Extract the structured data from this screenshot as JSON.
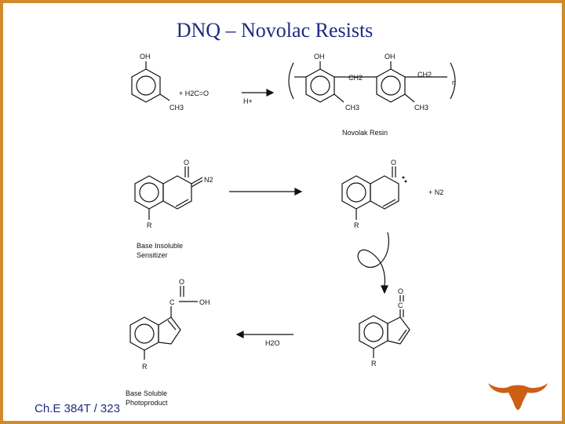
{
  "slide": {
    "title": "DNQ – Novolac Resists",
    "footer": "Ch.E 384T / 323"
  },
  "scheme": {
    "labels": {
      "oh1": "OH",
      "ch3_1": "CH3",
      "formaldehyde": "+ H2C=O",
      "catalyst": "H+",
      "oh_a": "OH",
      "oh_b": "OH",
      "ch2_a": "CH2",
      "ch2_b": "CH2",
      "ch3_a": "CH3",
      "ch3_b": "CH3",
      "n": "n",
      "novolak": "Novolak Resin",
      "o1": "O",
      "n2_1": "N2",
      "r1": "R",
      "insoluble": "Base Insoluble",
      "sensitizer": "Sensitizer",
      "o2": "O",
      "n2_2": "+ N2",
      "r2": "R",
      "o3": "O",
      "c3": "C",
      "r3": "R",
      "h2o": "H2O",
      "o4": "O",
      "c4": "C",
      "oh4": "OH",
      "r4": "R",
      "soluble": "Base Soluble",
      "photoproduct": "Photoproduct"
    }
  },
  "colors": {
    "border": "#d08a2c",
    "text": "#1f2a80",
    "logo": "#cc5f14"
  },
  "icons": {
    "logo": "longhorn-logo-icon"
  }
}
